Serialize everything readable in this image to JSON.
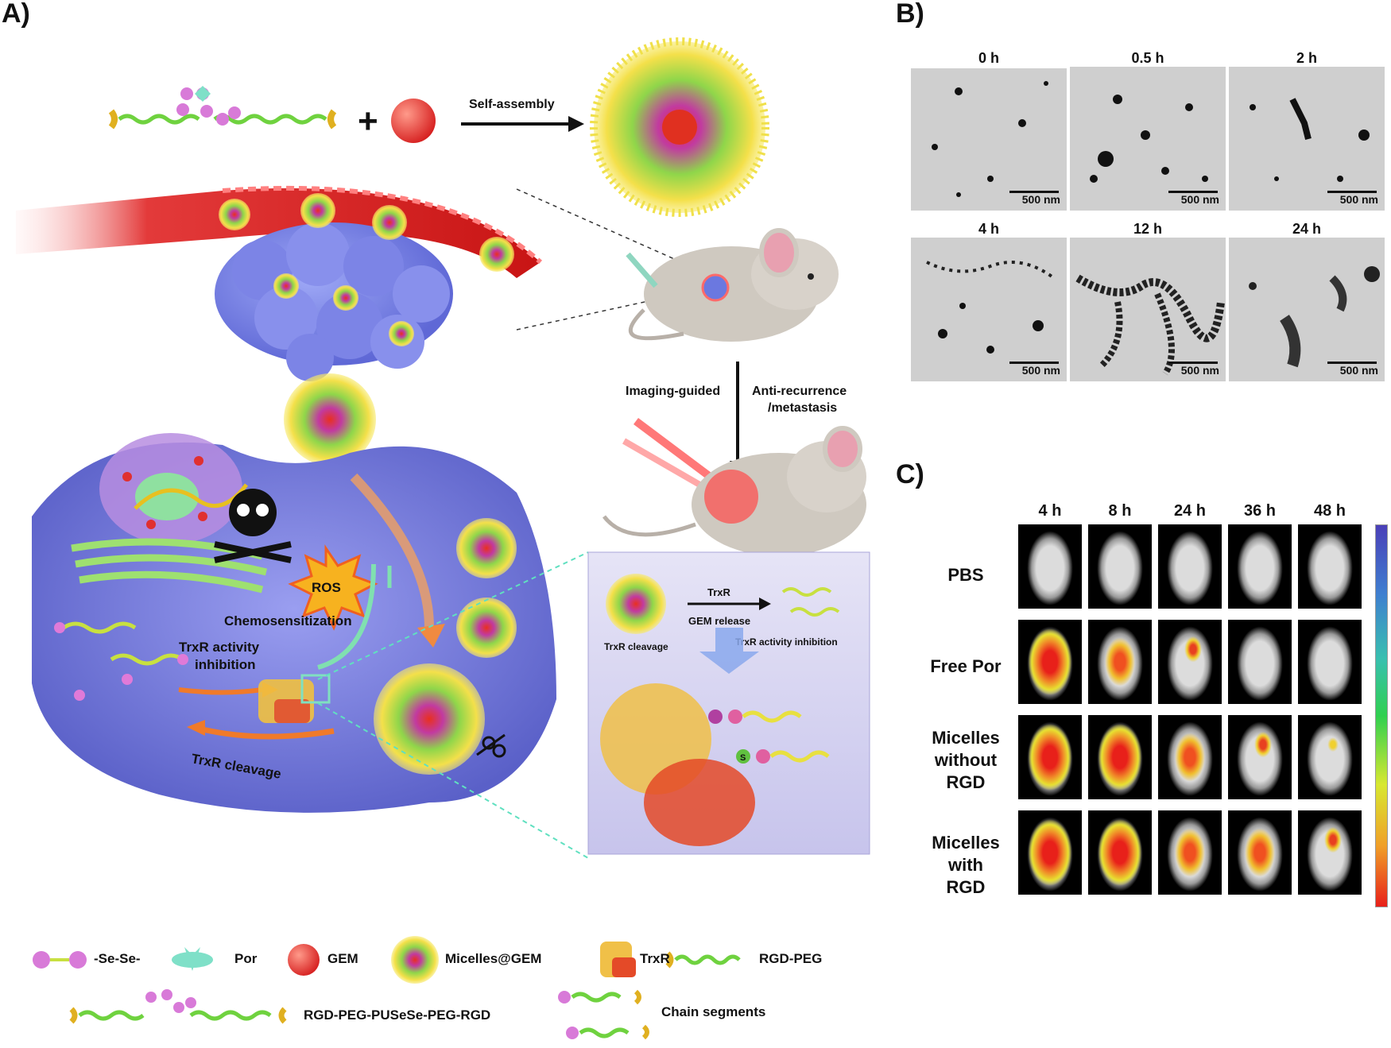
{
  "panels": {
    "a": "A)",
    "b": "B)",
    "c": "C)"
  },
  "panel_a": {
    "self_assembly": "Self-assembly",
    "plus": "+",
    "imaging_guided": "Imaging-guided",
    "anti_recurrence_1": "Anti-recurrence",
    "anti_recurrence_2": "/metastasis",
    "ros": "ROS",
    "chemosensitization": "Chemosensitization",
    "trxr_inhibition_1": "TrxR activity",
    "trxr_inhibition_2": "inhibition",
    "trxr_cleavage": "TrxR cleavage",
    "inset": {
      "trxr": "TrxR",
      "gem_release": "GEM release",
      "trxr_cleavage": "TrxR cleavage",
      "trxr_inhibition": "TrxR activity inhibition",
      "s": "S"
    }
  },
  "legend": {
    "sese": "-Se-Se-",
    "por": "Por",
    "gem": "GEM",
    "micelles": "Micelles@GEM",
    "trxr": "TrxR",
    "rgd_peg": "RGD-PEG",
    "polymer": "RGD-PEG-PUSeSe-PEG-RGD",
    "chain": "Chain segments"
  },
  "panel_b": {
    "images": [
      {
        "time": "0 h",
        "scale": "500 nm"
      },
      {
        "time": "0.5 h",
        "scale": "500 nm"
      },
      {
        "time": "2 h",
        "scale": "500 nm"
      },
      {
        "time": "4 h",
        "scale": "500 nm"
      },
      {
        "time": "12 h",
        "scale": "500 nm"
      },
      {
        "time": "24 h",
        "scale": "500 nm"
      }
    ]
  },
  "panel_c": {
    "timepoints": [
      "4 h",
      "8 h",
      "24 h",
      "36 h",
      "48 h"
    ],
    "groups": [
      {
        "name_lines": [
          "PBS"
        ]
      },
      {
        "name_lines": [
          "Free Por"
        ]
      },
      {
        "name_lines": [
          "Micelles",
          "without",
          "RGD"
        ]
      },
      {
        "name_lines": [
          "Micelles",
          "with",
          "RGD"
        ]
      }
    ],
    "colors": {
      "colorbar_top": "#3b3bcf",
      "colorbar_mid": "#2fd05a",
      "colorbar_low": "#f3f02a",
      "colorbar_bottom": "#e8201a"
    }
  }
}
